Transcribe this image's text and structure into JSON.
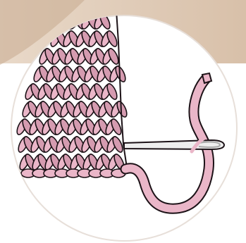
{
  "illustration": {
    "subject": "knitted-fabric-edge-with-tapestry-needle-and-yarn-tail",
    "colors": {
      "background": "#ffffff",
      "backdrop_left": "#e9d9c9",
      "backdrop_right": "#d8c0a9",
      "backdrop_shadow": "#c7a98e",
      "circle_fill": "#ffffff",
      "circle_stroke": "#e7dfd9",
      "yarn": "#eab6c8",
      "yarn_shade": "#d59bb0",
      "outline": "#1c1217",
      "needle": "#eeeeee",
      "needle_shade": "#a8a8a8"
    },
    "icons": [
      "knitted-stitches",
      "tapestry-needle-icon",
      "yarn-tail"
    ]
  }
}
